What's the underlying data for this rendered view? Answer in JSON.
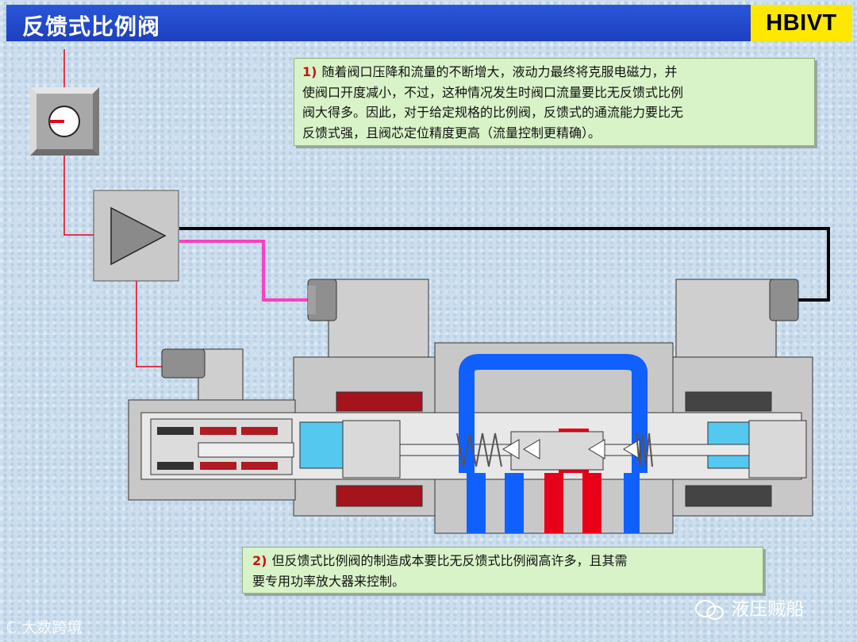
{
  "header": {
    "title": "反馈式比例阀",
    "brand": "HBIVT"
  },
  "notes": [
    {
      "number": "1)",
      "lines": [
        "随着阀口压降和流量的不断增大，液动力最终将克服电磁力，并",
        "使阀口开度减小，不过，这种情况发生时阀口流量要比无反馈式比例",
        "阀大得多。因此，对于给定规格的比例阀，反馈式的通流能力要比无",
        "反馈式强，且阀芯定位精度更高（流量控制更精确）。"
      ]
    },
    {
      "number": "2)",
      "lines": [
        "但反馈式比例阀的制造成本要比无反馈式比例阀高许多，且其需",
        "要专用功率放大器来控制。"
      ]
    }
  ],
  "watermarks": {
    "bottom_left": "大数跨境",
    "bottom_right": "液压贼船"
  },
  "colors": {
    "title_bar": "#2350d0",
    "brand_bg": "#ffe800",
    "note_bg": "#d9f3c9",
    "pressure_line": "#e8001a",
    "tank_line": "#1060ff",
    "signal_line": "#ff3fc0",
    "feedback_line": "#000000",
    "body_gray": "#c8c8c8",
    "sensor_cyan": "#55c8f0"
  },
  "icons": [
    "potentiometer-icon",
    "amplifier-triangle-icon",
    "wechat-icon"
  ]
}
